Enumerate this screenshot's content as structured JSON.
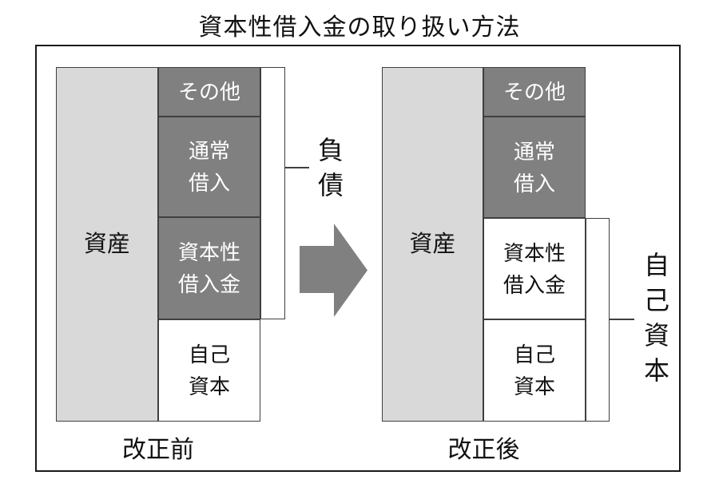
{
  "title": "資本性借入金の取り扱い方法",
  "colors": {
    "liability_box": "#808080",
    "asset_box": "#d9d9d9",
    "equity_box": "#ffffff",
    "border": "#3f3f3f",
    "frame_border": "#1a1a1a",
    "arrow": "#808080"
  },
  "before": {
    "caption": "改正前",
    "assets_label": "資産",
    "other_label": "その他",
    "normal_loan_label": "通常\n借入",
    "capital_loan_label": "資本性\n借入金",
    "equity_label": "自己\n資本",
    "bracket_label": "負\n債"
  },
  "after": {
    "caption": "改正後",
    "assets_label": "資産",
    "other_label": "その他",
    "normal_loan_label": "通常\n借入",
    "capital_loan_label": "資本性\n借入金",
    "equity_label": "自己\n資本",
    "bracket_label": "自\n己\n資\n本"
  }
}
